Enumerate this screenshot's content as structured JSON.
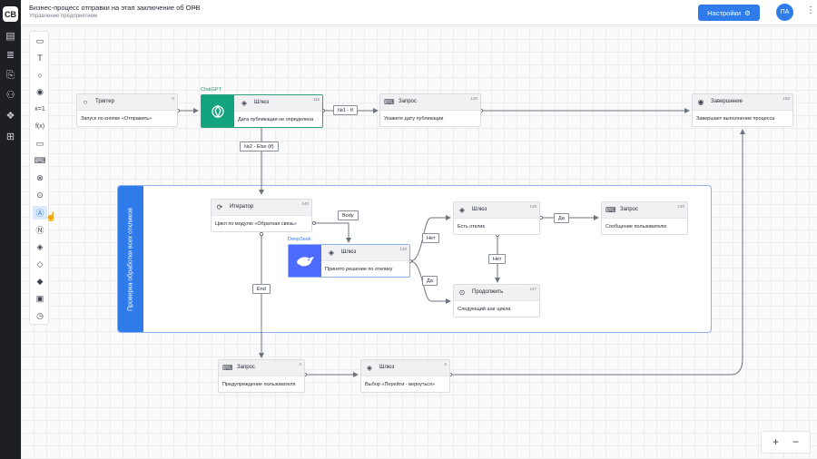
{
  "app": {
    "logo_text": "CB",
    "title": "Бизнес-процесс отправки на этап заключение об ОРВ",
    "subtitle": "Управление предприятием",
    "settings_label": "Настройки",
    "avatar_initials": "ПА",
    "accent": "#2f7bea"
  },
  "leftnav": {
    "items": [
      "table-icon",
      "database-icon",
      "document-search-icon",
      "users-icon",
      "shapes-icon",
      "hierarchy-icon"
    ]
  },
  "palette": {
    "items": [
      {
        "name": "frame-icon",
        "glyph": "▭"
      },
      {
        "name": "text-icon",
        "glyph": "T"
      },
      {
        "name": "start-circle-icon",
        "glyph": "○"
      },
      {
        "name": "end-circle-icon",
        "glyph": "◉"
      },
      {
        "name": "variable-icon",
        "glyph": "x=1"
      },
      {
        "name": "function-icon",
        "glyph": "f(x)"
      },
      {
        "name": "rectangle-icon",
        "glyph": "▭"
      },
      {
        "name": "request-icon",
        "glyph": "⌨"
      },
      {
        "name": "close-circle-icon",
        "glyph": "⊗"
      },
      {
        "name": "arrow-circle-icon",
        "glyph": "⊙"
      },
      {
        "name": "ai-circle-icon",
        "glyph": "Ⓐ"
      },
      {
        "name": "n-circle-icon",
        "glyph": "Ⓝ"
      },
      {
        "name": "gateway-x-icon",
        "glyph": "◈"
      },
      {
        "name": "gateway-circle-icon",
        "glyph": "◇"
      },
      {
        "name": "gateway-plus-icon",
        "glyph": "◆"
      },
      {
        "name": "image-icon",
        "glyph": "▣"
      },
      {
        "name": "clock-icon",
        "glyph": "◷"
      }
    ]
  },
  "nodes": {
    "trigger": {
      "name": "Триггер",
      "num": "0",
      "desc": "Запуск по кнопке «Отправить»"
    },
    "gateway_gpt": {
      "brand": "ChatGPT",
      "name": "Шлюз",
      "num": "115",
      "desc": "Дата публикации не определена"
    },
    "request_date": {
      "name": "Запрос",
      "num": "120",
      "desc": "Укажите дату публикации"
    },
    "completion": {
      "name": "Завершение",
      "num": "150",
      "desc": "Завершает выполнение процесса"
    },
    "iterator": {
      "name": "Итератор",
      "num": "140",
      "desc": "Цикл по модулю «Обратная связь»"
    },
    "gateway_deepseek": {
      "brand": "DeepSeek",
      "name": "Шлюз",
      "num": "140",
      "desc": "Принято решение по отклику"
    },
    "gateway_response": {
      "name": "Шлюз",
      "num": "149",
      "desc": "Есть отклик"
    },
    "request_message": {
      "name": "Запрос",
      "num": "130",
      "desc": "Сообщение пользователю"
    },
    "continue": {
      "name": "Продолжить",
      "num": "147",
      "desc": "Следующий шаг цикла"
    },
    "request_warning": {
      "name": "Запрос",
      "num": "4",
      "desc": "Предупреждение пользователя"
    },
    "gateway_choice": {
      "name": "Шлюз",
      "num": "6",
      "desc": "Выбор «Перейти - вернуться»"
    }
  },
  "edge_labels": {
    "if1": "№1 - If",
    "else2": "№2 - Else (if)",
    "body": "Body",
    "net1": "Нет",
    "da1": "Да",
    "da2": "Да",
    "net2": "Нет",
    "end": "End"
  },
  "group": {
    "title": "Проверка обработки всех откликов",
    "color": "#2f7bea"
  },
  "zoom": {
    "plus": "+",
    "minus": "−"
  }
}
